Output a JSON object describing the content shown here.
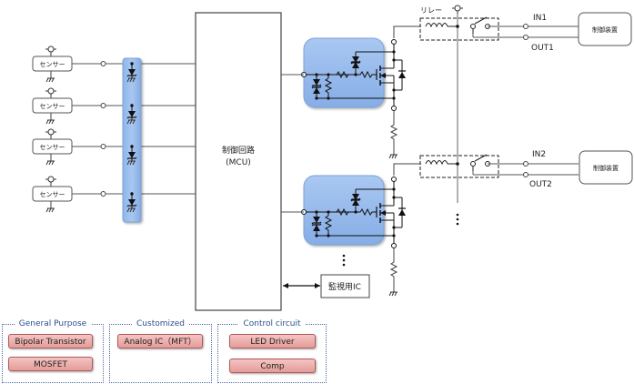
{
  "diagram": {
    "mcu_label_line1": "制御回路",
    "mcu_label_line2": "(MCU)",
    "monitor_ic_label": "監視用IC",
    "relay_label": "リレー",
    "sensors": [
      {
        "label": "センサー"
      },
      {
        "label": "センサー"
      },
      {
        "label": "センサー"
      },
      {
        "label": "センサー"
      }
    ],
    "channels": [
      {
        "in_label": "IN1",
        "out_label": "OUT1",
        "device_label": "制御装置"
      },
      {
        "in_label": "IN2",
        "out_label": "OUT2",
        "device_label": "制御装置"
      }
    ],
    "colors": {
      "protection_fill": "#8fb5ea",
      "protection_stroke": "#6f96cf",
      "chip_fill": "#ecaeab",
      "group_border": "#4a6aa8"
    }
  },
  "legend": {
    "groups": [
      {
        "title": "General Purpose",
        "items": [
          "Bipolar Transistor",
          "MOSFET"
        ]
      },
      {
        "title": "Customized",
        "items": [
          "Analog IC（MFT）"
        ]
      },
      {
        "title": "Control circuit",
        "items": [
          "LED Driver",
          "Comp"
        ]
      }
    ]
  }
}
